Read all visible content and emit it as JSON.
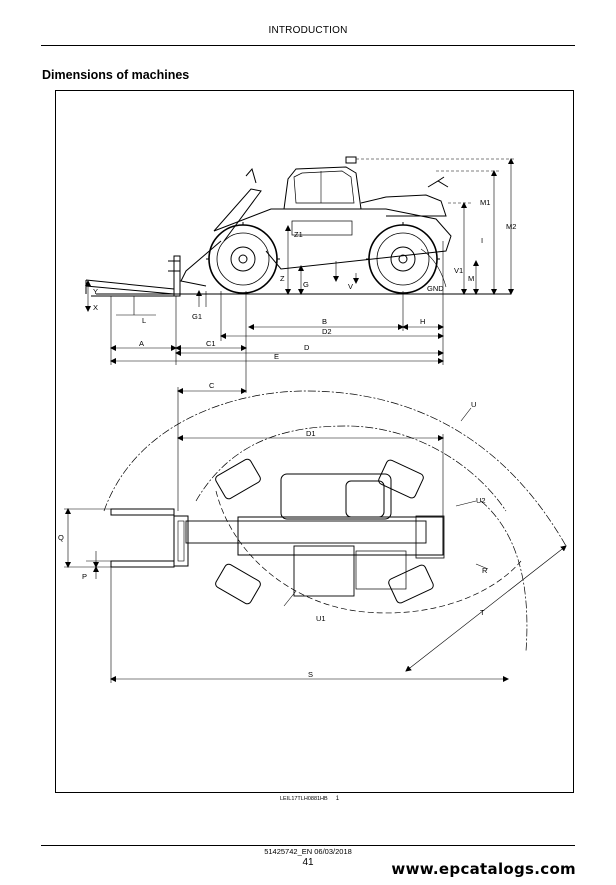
{
  "header": {
    "section": "INTRODUCTION"
  },
  "page_title": "Dimensions of machines",
  "labels": {
    "Y": "Y",
    "X": "X",
    "L": "L",
    "G1": "G1",
    "G": "G",
    "Z": "Z",
    "Z1": "Z1",
    "V": "V",
    "V1": "V1",
    "GND": "GND",
    "I": "I",
    "M": "M",
    "M1": "M1",
    "M2": "M2",
    "B": "B",
    "H": "H",
    "D2": "D2",
    "A": "A",
    "C1": "C1",
    "D": "D",
    "E": "E",
    "C": "C",
    "D1": "D1",
    "U": "U",
    "U1": "U1",
    "U2": "U2",
    "R": "R",
    "T": "T",
    "S": "S",
    "Q": "Q",
    "P": "P"
  },
  "figure_ref": {
    "code": "LEIL17TLH0881HB",
    "number": "1"
  },
  "footer": {
    "doc": "51425742_EN 06/03/2018",
    "page": "41"
  },
  "watermark": "www.epcatalogs.com"
}
